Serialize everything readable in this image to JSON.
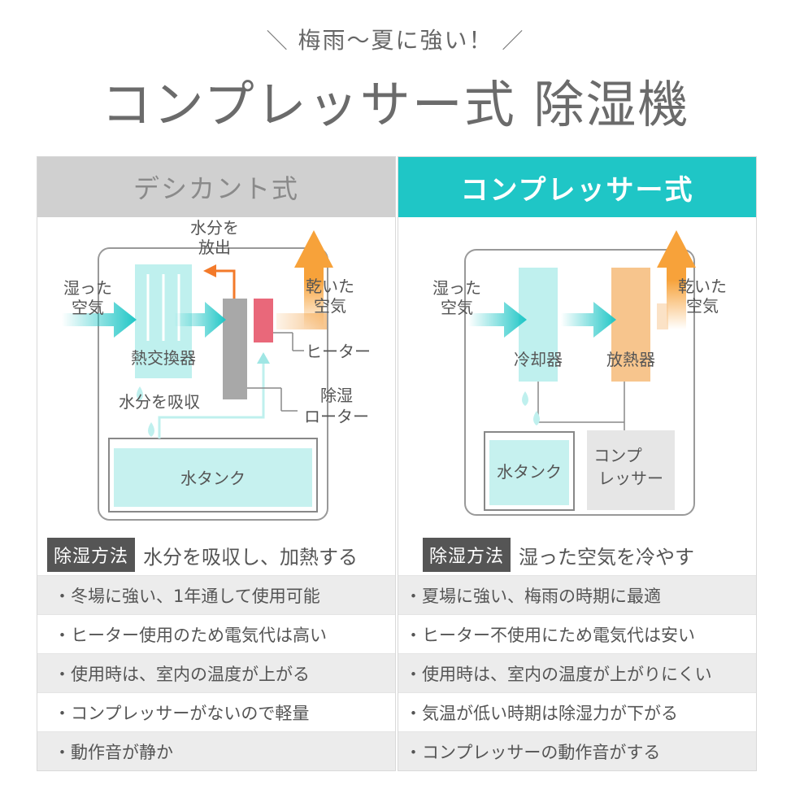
{
  "header": {
    "tagline": "梅雨〜夏に強い！",
    "slash_left": "＼",
    "slash_right": "／",
    "title": "コンプレッサー式 除湿機"
  },
  "left": {
    "header": "デシカント式",
    "diagram": {
      "out_water_line1": "水分を",
      "out_water_line2": "放出",
      "in_air_line1": "湿った",
      "in_air_line2": "空気",
      "dry_air_line1": "乾いた",
      "dry_air_line2": "空気",
      "heat_exchanger": "熱交換器",
      "heater": "ヒーター",
      "absorb": "水分を吸収",
      "rotor_line1": "除湿",
      "rotor_line2": "ローター",
      "tank": "水タンク"
    },
    "method_label": "除湿方法",
    "method_text": "水分を吸収し、加熱する",
    "features": [
      "・冬場に強い、1年通して使用可能",
      "・ヒーター使用のため電気代は高い",
      "・使用時は、室内の温度が上がる",
      "・コンプレッサーがないので軽量",
      "・動作音が静か"
    ]
  },
  "right": {
    "header": "コンプレッサー式",
    "diagram": {
      "in_air_line1": "湿った",
      "in_air_line2": "空気",
      "dry_air_line1": "乾いた",
      "dry_air_line2": "空気",
      "cooler": "冷却器",
      "radiator": "放熱器",
      "tank": "水タンク",
      "compressor_line1": "コンプ",
      "compressor_line2": "レッサー"
    },
    "method_label": "除湿方法",
    "method_text": "湿った空気を冷やす",
    "features": [
      "・夏場に強い、梅雨の時期に最適",
      "・ヒーター不使用にため電気代は安い",
      "・使用時は、室内の温度が上がりにくい",
      "・気温が低い時期は除湿力が下がる",
      "・コンプレッサーの動作音がする"
    ]
  },
  "colors": {
    "teal": "#1fc6c6",
    "light_teal": "#bff0ee",
    "orange": "#f7a23a",
    "light_orange": "#f7c58d",
    "red": "#e9687a",
    "gray": "#a8a8a8"
  }
}
